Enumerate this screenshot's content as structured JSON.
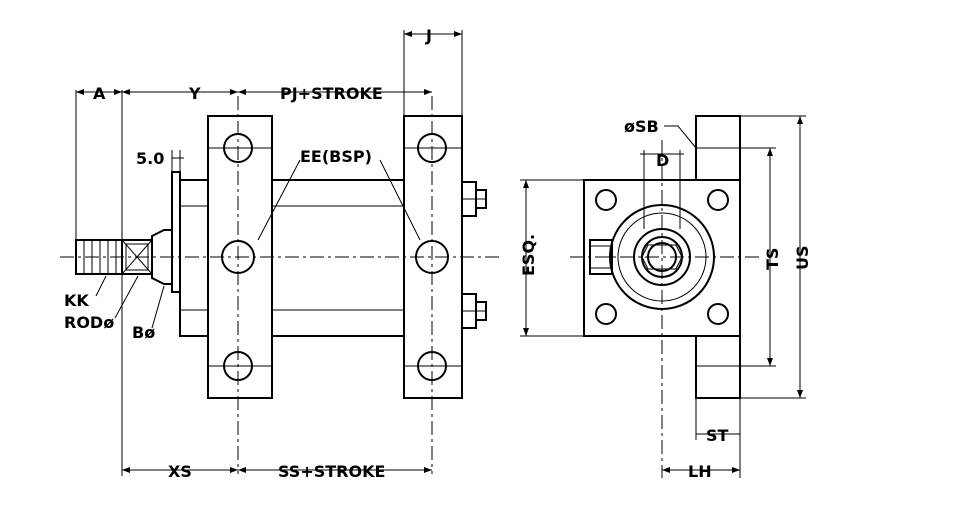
{
  "labels": {
    "A": "A",
    "Y": "Y",
    "PJ": "PJ+STROKE",
    "J": "J",
    "five": "5.0",
    "EE": "EE(BSP)",
    "KK": "KK",
    "ROD": "RODø",
    "B": "Bø",
    "XS": "XS",
    "SS": "SS+STROKE",
    "SB": "øSB",
    "D": "D",
    "ESQ": "ESQ.",
    "TS": "TS",
    "US": "US",
    "ST": "ST",
    "LH": "LH"
  }
}
